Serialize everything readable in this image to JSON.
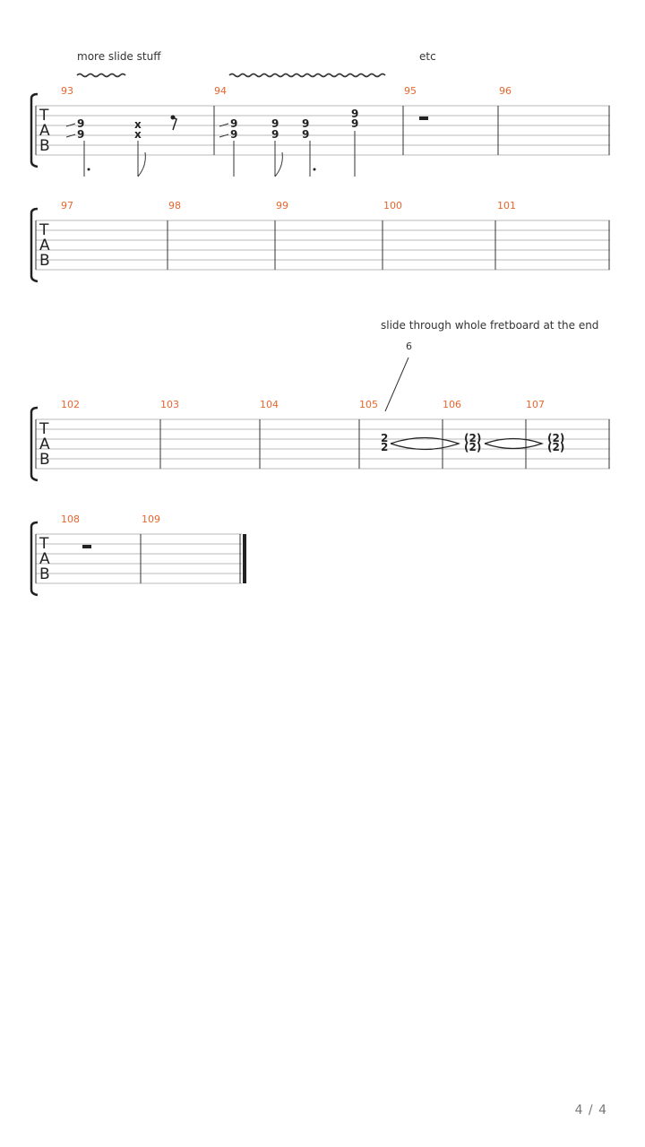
{
  "annotations": {
    "more_slide": "more slide stuff",
    "etc": "etc",
    "slide_through": "slide through whole fretboard at the end",
    "tuplet": "6"
  },
  "tab_letters": [
    "T",
    "A",
    "B"
  ],
  "systems": [
    {
      "measures": [
        "93",
        "94",
        "95",
        "96"
      ]
    },
    {
      "measures": [
        "97",
        "98",
        "99",
        "100",
        "101"
      ]
    },
    {
      "measures": [
        "102",
        "103",
        "104",
        "105",
        "106",
        "107"
      ]
    },
    {
      "measures": [
        "108",
        "109"
      ]
    }
  ],
  "notes": {
    "nine": "9",
    "dead": "x",
    "two": "2",
    "ghost_two": "(2)"
  },
  "footer": {
    "page": "4 / 4"
  }
}
